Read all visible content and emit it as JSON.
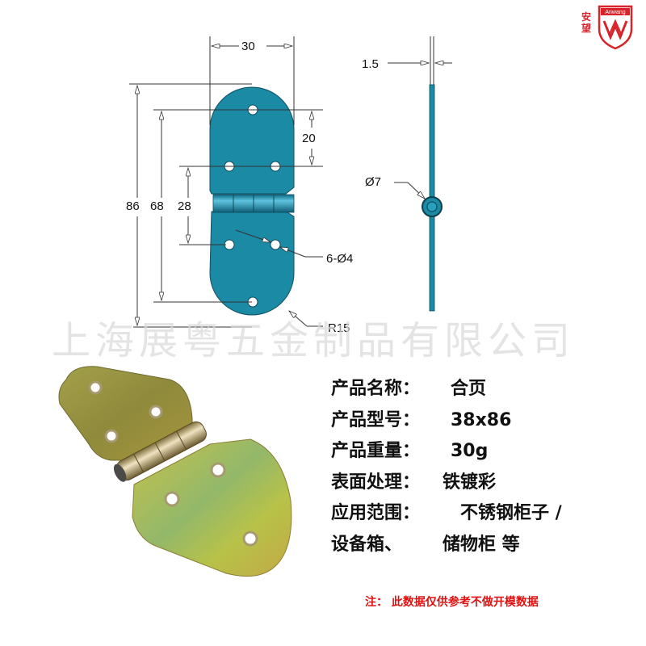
{
  "logo": {
    "brand_cn": "安望",
    "brand_en": "Anwang",
    "accent_color": "#d8232a"
  },
  "drawing": {
    "fill_color": "#1b8aa5",
    "dimensions": {
      "width": "30",
      "hole_spacing_top": "20",
      "overall_length": "86",
      "outer_hole_span": "68",
      "inner_hole_span": "28",
      "holes": "6-Ø4",
      "radius": "R15",
      "thickness": "1.5",
      "pin_diameter": "Ø7"
    }
  },
  "watermark": "上海展粤五金制品有限公司",
  "specs": [
    {
      "label": "产品名称：",
      "value": "合页"
    },
    {
      "label": "产品型号：",
      "value": "38x86"
    },
    {
      "label": "产品重量：",
      "value": "30g"
    },
    {
      "label": "表面处理：",
      "value": "铁镀彩"
    },
    {
      "label": "应用范围：",
      "value": "不锈钢柜子 /"
    },
    {
      "label": "设备箱、",
      "value": "储物柜 等"
    }
  ],
  "note": "注：  此数据仅供参考不做开模数据"
}
